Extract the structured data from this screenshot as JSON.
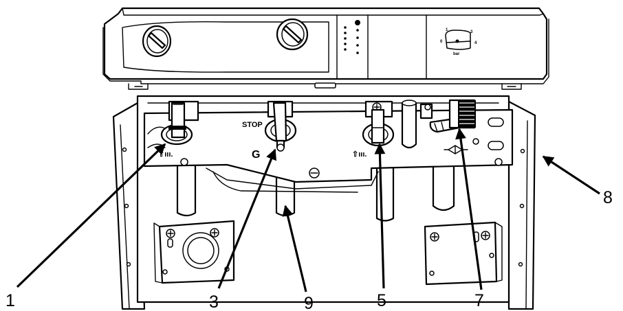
{
  "callouts": [
    {
      "id": "c1",
      "label": "1"
    },
    {
      "id": "c3",
      "label": "3"
    },
    {
      "id": "c9",
      "label": "9"
    },
    {
      "id": "c5",
      "label": "5"
    },
    {
      "id": "c7",
      "label": "7"
    },
    {
      "id": "c8",
      "label": "8"
    }
  ],
  "panel_text": {
    "stop": "STOP",
    "gas": "G",
    "heating_flow_symbol": "⇧ııı.",
    "heating_return_symbol": "⇧ııı."
  },
  "gauge": {
    "unit": "bar",
    "scale": [
      "0",
      "1",
      "3",
      "4"
    ]
  }
}
